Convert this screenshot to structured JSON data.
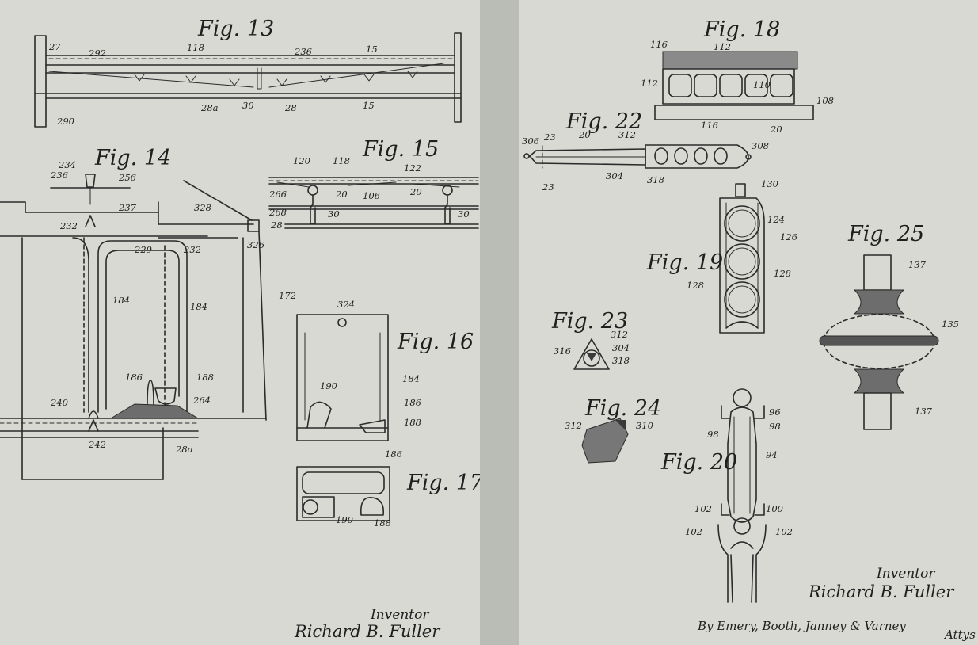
{
  "sheet_left": {
    "figures": [
      {
        "title": "Fig. 13",
        "refs": [
          "27",
          "292",
          "118",
          "236",
          "15",
          "28a",
          "30",
          "28",
          "15",
          "290"
        ]
      },
      {
        "title": "Fig. 14",
        "refs": [
          "234",
          "236",
          "256",
          "237",
          "232",
          "328",
          "326",
          "229",
          "232",
          "172",
          "184",
          "184",
          "186",
          "188",
          "264",
          "240",
          "242",
          "28a"
        ]
      },
      {
        "title": "Fig. 15",
        "refs": [
          "120",
          "118",
          "122",
          "266",
          "20",
          "106",
          "20",
          "268",
          "30",
          "30",
          "28"
        ]
      },
      {
        "title": "Fig. 16",
        "refs": [
          "324",
          "184",
          "190",
          "186",
          "188"
        ]
      },
      {
        "title": "Fig. 17",
        "refs": [
          "186",
          "190",
          "188"
        ]
      }
    ],
    "signature": {
      "label": "Inventor",
      "name": "Richard B. Fuller"
    }
  },
  "sheet_right": {
    "figures": [
      {
        "title": "Fig. 18",
        "refs": [
          "116",
          "112",
          "112",
          "110",
          "108",
          "116",
          "20"
        ]
      },
      {
        "title": "Fig. 22",
        "refs": [
          "23",
          "20",
          "312",
          "306",
          "308",
          "23",
          "304",
          "318"
        ]
      },
      {
        "title": "Fig. 19",
        "refs": [
          "130",
          "124",
          "126",
          "128",
          "128"
        ]
      },
      {
        "title": "Fig. 25",
        "refs": [
          "137",
          "135",
          "137"
        ]
      },
      {
        "title": "Fig. 23",
        "refs": [
          "316",
          "312",
          "304",
          "318"
        ]
      },
      {
        "title": "Fig. 24",
        "refs": [
          "312",
          "310"
        ]
      },
      {
        "title": "Fig. 20",
        "refs": [
          "96",
          "98",
          "98",
          "94",
          "100",
          "102",
          "102",
          "102"
        ]
      }
    ],
    "signature": {
      "label": "Inventor",
      "name": "Richard B. Fuller",
      "attorney": "By Emery, Booth, Janney & Varney",
      "attys": "Attys"
    }
  }
}
